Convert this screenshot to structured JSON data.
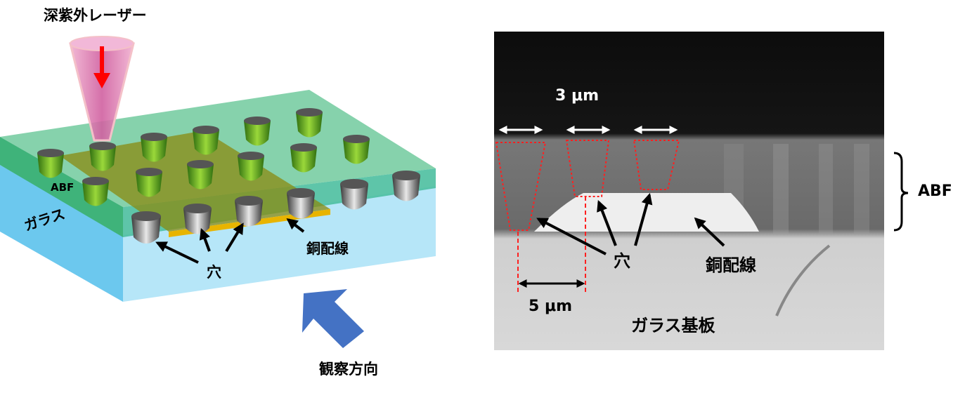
{
  "left_diagram": {
    "laser_label": "深紫外レーザー",
    "abf_label": "ABF",
    "glass_label": "ガラス",
    "copper_wiring_label": "銅配線",
    "hole_label": "穴",
    "view_direction_label": "観察方向"
  },
  "sem_image": {
    "top_width_label": "3 μm",
    "bottom_width_label": "5 μm",
    "hole_label": "穴",
    "copper_wiring_label": "銅配線",
    "glass_substrate_label": "ガラス基板",
    "abf_label": "ABF"
  },
  "colors": {
    "abf_green": "#5cc08a",
    "glass_blue": "#7fd0f0",
    "copper": "#e8b400",
    "laser_pink": "#e070b0",
    "arrow_red": "#ff0000",
    "view_arrow_blue": "#4472c4",
    "dashed_outline_red": "#ff2020"
  }
}
